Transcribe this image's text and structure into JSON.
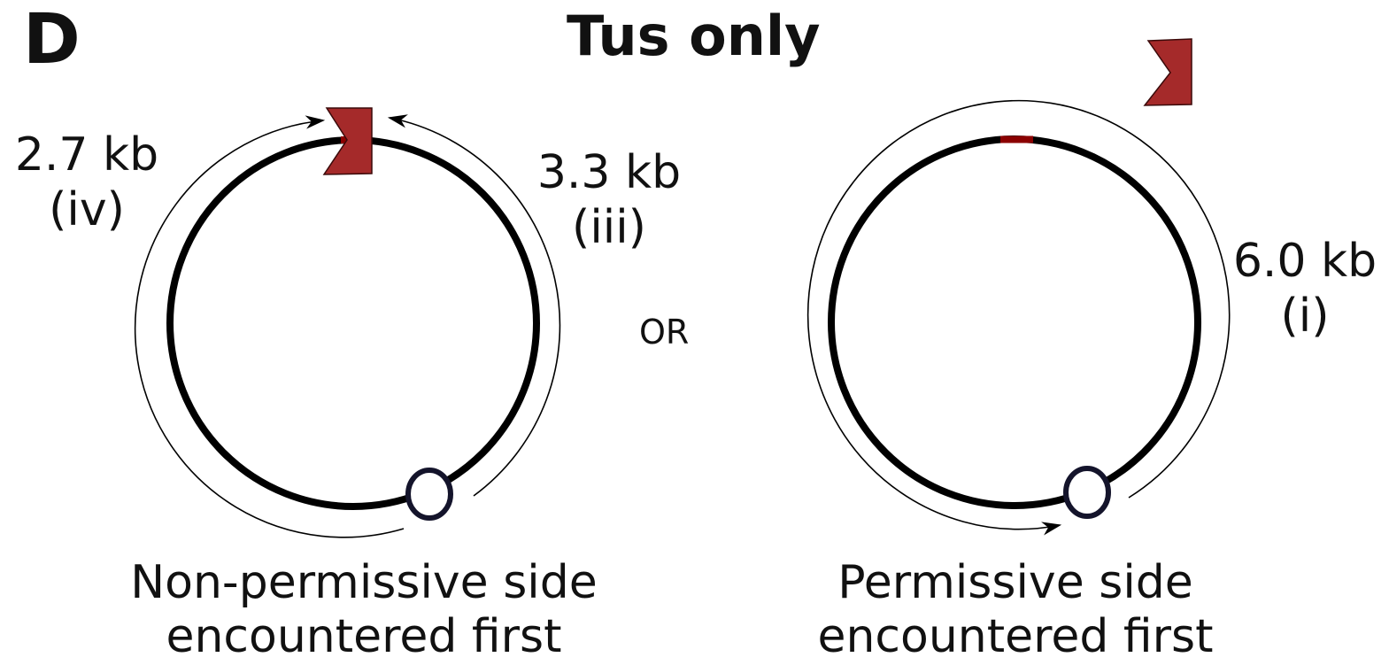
{
  "panel_label": "D",
  "title": "Tus only",
  "separator": "OR",
  "left_diagram": {
    "arc_left": {
      "length": "2.7 kb",
      "roman": "(iv)"
    },
    "arc_right": {
      "length": "3.3 kb",
      "roman": "(iii)"
    },
    "caption_line1": "Non-permissive side",
    "caption_line2": "encountered first"
  },
  "right_diagram": {
    "arc_right": {
      "length": "6.0 kb",
      "roman": "(i)"
    },
    "caption_line1": "Permissive side",
    "caption_line2": "encountered first"
  },
  "colors": {
    "tus_flag": "#a52a2a",
    "ter_site": "#8b0000",
    "plasmid": "#000000",
    "origin_stroke": "#14142b"
  }
}
